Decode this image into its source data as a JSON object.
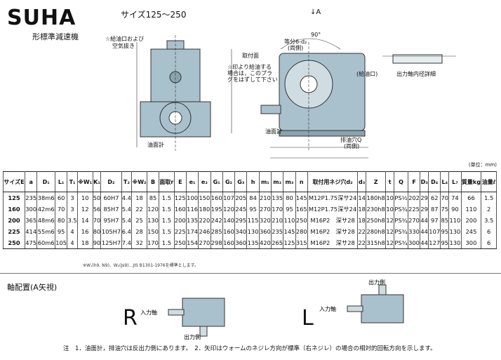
{
  "header": {
    "model": "SUHA",
    "subtitle": "形標準減速機",
    "sizes": "サイズ125～250"
  },
  "diagram_labels": {
    "oil_fill_note": "☆給油口および",
    "air_vent": "空気抜き",
    "mounting_face": "取付面",
    "star_note_1": "☆印より給油する",
    "star_note_2": "場合は，このプラ",
    "star_note_3": "グをはずして下さい",
    "oil_gauge_left": "油面計",
    "oil_gauge_right": "油面計",
    "arrow_view": "↓A",
    "angle": "90°",
    "equal_div": "等分6-d₂",
    "both_sides": "(両側)",
    "oil_inlet": "(給油口)",
    "drain_hole": "排油穴Q",
    "drain_both": "(両側)",
    "output_detail": "出力軸内径詳細"
  },
  "unit": "(単位：mm)",
  "table": {
    "headers": [
      "サイズE",
      "a",
      "D₁",
      "L₁",
      "T₁",
      "※W₁",
      "K₁",
      "D₂",
      "T₂",
      "※W₂",
      "B",
      "面取r",
      "E",
      "e₁",
      "e₂",
      "G₁",
      "G₂",
      "G₃",
      "h",
      "m₁",
      "m₂",
      "m₃",
      "n",
      "取付用ネジ穴d₂",
      "d₃",
      "Z",
      "t",
      "Q",
      "F",
      "D₃",
      "D₄",
      "L₄",
      "L₇",
      "質量kg",
      "油量ℓ"
    ],
    "rows": [
      [
        "125",
        "235",
        "38m6",
        "60",
        "3",
        "10",
        "50",
        "60H7",
        "4.4",
        "18",
        "85",
        "1.5",
        "125",
        "100",
        "150",
        "160",
        "107",
        "205",
        "84",
        "210",
        "135",
        "80",
        "145",
        "M12P1.75深サ24",
        "14",
        "180h8",
        "10",
        "PS½",
        "202",
        "29",
        "62",
        "70",
        "74",
        "66",
        "1.5"
      ],
      [
        "160",
        "300",
        "42m6",
        "70",
        "3",
        "12",
        "56",
        "85H7",
        "5.4",
        "22",
        "120",
        "1.5",
        "160",
        "116",
        "180",
        "195",
        "120",
        "245",
        "95",
        "270",
        "170",
        "95",
        "165",
        "M12P1.75深サ24",
        "18",
        "230h8",
        "10",
        "PS¾",
        "225",
        "29",
        "87",
        "75",
        "90",
        "110",
        "2"
      ],
      [
        "200",
        "365",
        "48m6",
        "80",
        "3.5",
        "14",
        "70",
        "95H7",
        "5.4",
        "25",
        "130",
        "1.5",
        "200",
        "135",
        "220",
        "242",
        "140",
        "295",
        "115",
        "320",
        "210",
        "110",
        "250",
        "M16P2　深サ28",
        "18",
        "250h8",
        "12",
        "PS¾",
        "270",
        "44",
        "97",
        "85",
        "110",
        "200",
        "3.5"
      ],
      [
        "225",
        "414",
        "55m6",
        "95",
        "4",
        "16",
        "80",
        "105H7",
        "6.4",
        "28",
        "150",
        "1.5",
        "225",
        "174",
        "246",
        "285",
        "160",
        "340",
        "130",
        "360",
        "235",
        "145",
        "280",
        "M16P2　深サ28",
        "22",
        "280h8",
        "12",
        "PS¾",
        "330",
        "44",
        "107",
        "95",
        "130",
        "245",
        "6"
      ],
      [
        "250",
        "475",
        "60m6",
        "105",
        "4",
        "18",
        "90",
        "125H7",
        "7.4",
        "32",
        "170",
        "1.5",
        "250",
        "154",
        "270",
        "298",
        "160",
        "360",
        "135",
        "420",
        "265",
        "125",
        "315",
        "M16P2　深サ28",
        "22",
        "315h8",
        "12",
        "PS¾",
        "300",
        "44",
        "127",
        "95",
        "130",
        "300",
        "6"
      ]
    ]
  },
  "footnote": "※W₁(h9, N9)、W₂(Js9)…JIS B1301-1976を標準とします。",
  "arrangement": {
    "title": "軸配置(A矢視)",
    "R": {
      "letter": "R",
      "input": "入力軸",
      "output": "出力側"
    },
    "L": {
      "letter": "L",
      "input": "入力軸",
      "output": "出力側"
    }
  },
  "notes": "注　1．油面計，排油穴は反出力側にあります。　2．矢印はウォームのネジレ方向が標準（右ネジレ）の場合の相対的回転方向を示します。",
  "colors": {
    "machine": "#a9c1cc",
    "machine_dark": "#6f8b97",
    "line": "#333333"
  }
}
